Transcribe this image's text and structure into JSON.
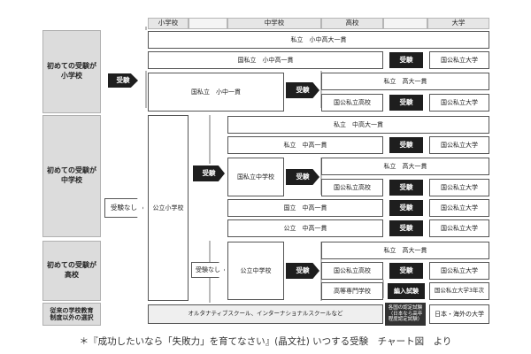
{
  "header": {
    "elementary": "小学校",
    "middle": "中学校",
    "high": "高校",
    "university": "大学"
  },
  "rows": {
    "first_exam_elementary": "初めての受験が\n小学校",
    "first_exam_middle": "初めての受験が\n中学校",
    "first_exam_high": "初めての受験が\n高校",
    "outside_system": "従来の学校教育\n制度以外の選択"
  },
  "labels": {
    "exam": "受験",
    "no_exam": "受験なし",
    "transfer_exam": "編入試験",
    "private_elem_to_univ": "私立　小中高大一貫",
    "natpriv_elem_middle_high": "国私立　小中高一貫",
    "natpub_priv_univ": "国公私立大学",
    "natpriv_elem_middle": "国私立　小中一貫",
    "private_high_univ": "私立　高大一貫",
    "natpub_priv_high": "国公私立高校",
    "private_middle_to_univ": "私立　中高大一貫",
    "private_middle_high": "私立　中高一貫",
    "natpriv_middle": "国私立中学校",
    "national_middle_high": "国立　中高一貫",
    "public_middle_high": "公立　中高一貫",
    "public_elementary": "公立小学校",
    "public_middle": "公立中学校",
    "technical_college": "高等専門学校",
    "univ_third_year": "国公私立大学3年次",
    "alternative_schools": "オルタナティブスクール、インターナショナルスクールなど",
    "equivalency_exam": "各国の認定試験\n（日本なら高卒\n程度認定試験）",
    "japan_overseas_univ": "日本・海外の大学"
  },
  "footnote": "＊『成功したいなら「失敗力」を育てなさい』(晶文社) いつする受験　チャート図　より"
}
